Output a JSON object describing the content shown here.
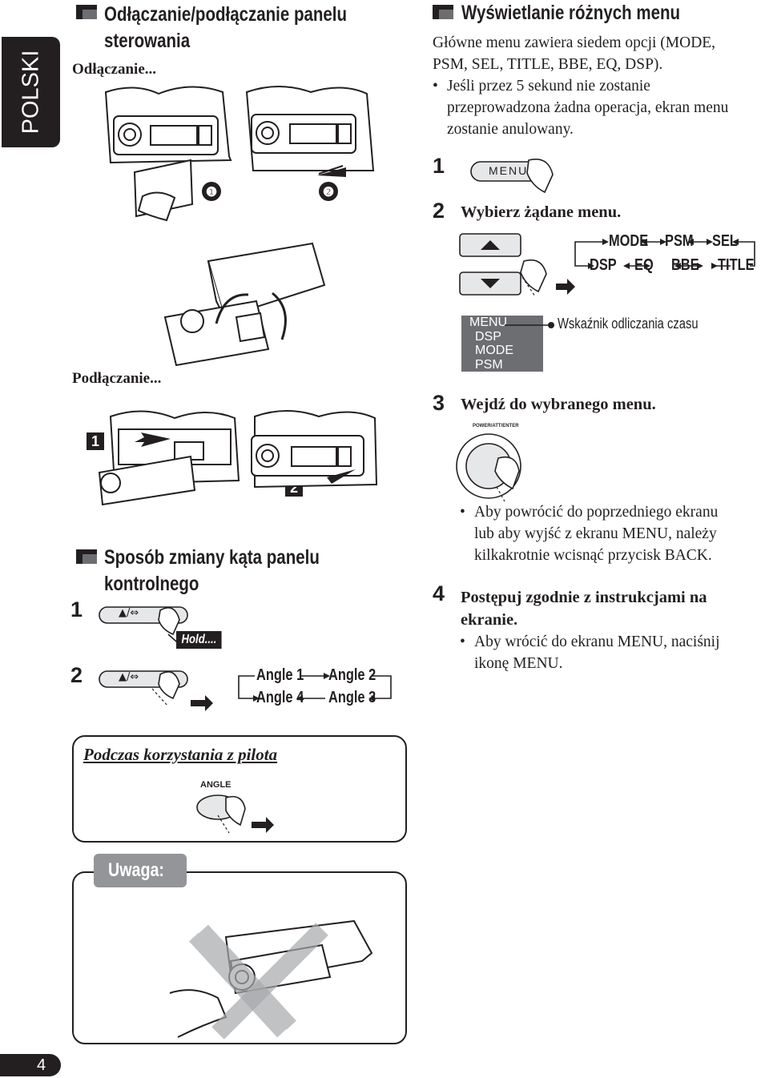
{
  "sidebar": {
    "language": "POLSKI"
  },
  "left_column": {
    "detach_section": {
      "title_line1": "Odłączanie/podłączanie panelu",
      "title_line2": "sterowania",
      "detaching_label": "Odłączanie...",
      "step_badge_1": "❶",
      "step_badge_2": "❷",
      "attaching_label": "Podłączanie...",
      "attach_step_1": "1",
      "attach_step_2": "2"
    },
    "angle_section": {
      "title_line1": "Sposób zmiany kąta panelu",
      "title_line2": "kontrolnego",
      "step1_num": "1",
      "step2_num": "2",
      "hold_label": "Hold....",
      "button_glyph": "▲/⇔",
      "angle_cycle": [
        "Angle 1",
        "Angle 2",
        "Angle 3",
        "Angle 4"
      ]
    },
    "remote_box": {
      "heading": "Podczas korzystania z pilota",
      "button_label": "ANGLE"
    },
    "note_box": {
      "label": "Uwaga:"
    }
  },
  "right_column": {
    "menu_section": {
      "title": "Wyświetlanie różnych menu",
      "intro": "Główne menu zawiera siedem opcji (MODE, PSM, SEL, TITLE, BBE, EQ, DSP).",
      "bullet_line1": "Jeśli przez 5 sekund nie zostanie",
      "bullet_line2": "przeprowadzona żadna operacja, ekran menu",
      "bullet_line3": "zostanie anulowany.",
      "intro_line1": "Główne menu zawiera siedem opcji (MODE,",
      "intro_line2": "PSM, SEL, TITLE, BBE, EQ, DSP).",
      "step1_num": "1",
      "menu_button_label": "MENU",
      "step2_num": "2",
      "step2_text": "Wybierz żądane menu.",
      "menu_cycle_top": [
        "MODE",
        "PSM",
        "SEL"
      ],
      "menu_cycle_bottom": [
        "DSP",
        "EQ",
        "BBE",
        "TITLE"
      ],
      "lcd_lines": [
        "MENU",
        "DSP",
        "MODE",
        "PSM"
      ],
      "countdown_label": "Wskaźnik odliczania czasu",
      "step3_num": "3",
      "step3_text": "Wejdź do wybranego menu.",
      "knob_label": "POWER/ATT/ENTER",
      "step3_bullet_line1": "Aby powrócić do poprzedniego ekranu",
      "step3_bullet_line2": "lub aby wyjść z ekranu MENU, należy",
      "step3_bullet_line3": "kilkakrotnie wcisnąć przycisk BACK.",
      "step4_num": "4",
      "step4_text_line1": "Postępuj zgodnie z instrukcjami na",
      "step4_text_line2": "ekranie.",
      "step4_bullet_line1": "Aby wrócić do ekranu MENU, naciśnij",
      "step4_bullet_line2": "ikonę MENU."
    }
  },
  "footer": {
    "page_number": "4"
  }
}
